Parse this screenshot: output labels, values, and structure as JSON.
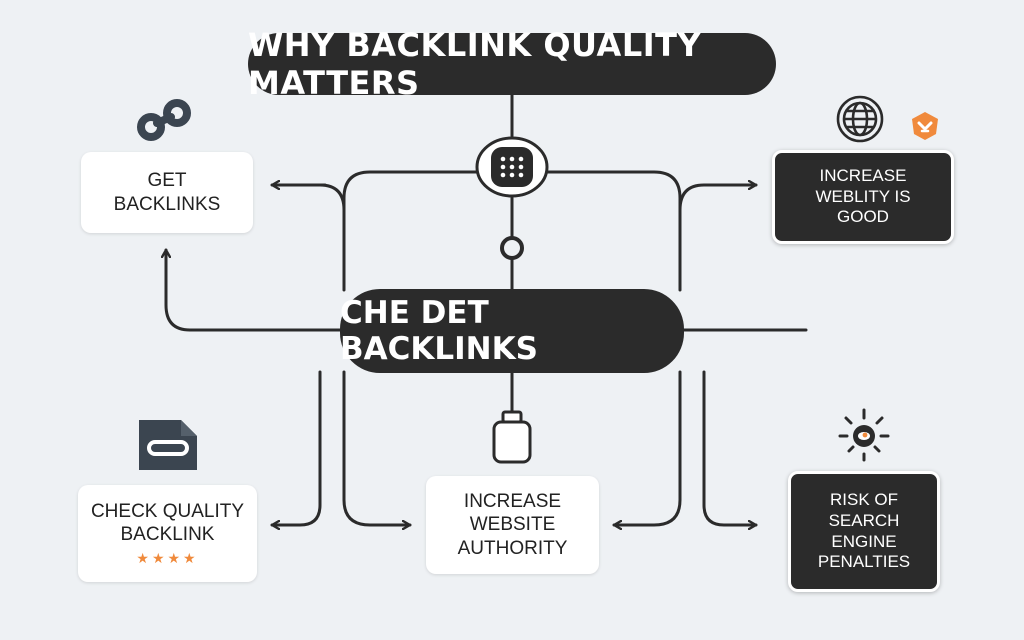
{
  "title": "WHY BACKLINK QUALITY MATTERS",
  "center": "CHE DET BACKLINKS",
  "nodes": {
    "get_backlinks": {
      "line1": "GET",
      "line2": "BACKLINKS"
    },
    "check_quality": {
      "line1": "CHECK QUALITY",
      "line2": "BACKLINK",
      "stars": "★★★★"
    },
    "increase_authority": {
      "line1": "INCREASE",
      "line2": "WEBSITE",
      "line3": "AUTHORITY"
    },
    "increase_weblity": {
      "line1": "INCREASE",
      "line2": "WEBLITY IS",
      "line3": "GOOD"
    },
    "risk_penalties": {
      "line1": "RISK OF",
      "line2": "SEARCH",
      "line3": "ENGINE",
      "line4": "PENALTIES"
    }
  },
  "icons": {
    "top_left": "link-chain-icon",
    "bottom_left": "document-link-icon",
    "top_right": "globe-icon",
    "top_right_badge": "shield-badge-icon",
    "bottom_right": "sun-eye-icon",
    "hub": "grid-dots-icon",
    "hub_small": "ring-icon",
    "bottom_center": "jar-icon"
  },
  "colors": {
    "background": "#eef1f4",
    "dark": "#2b2b2b",
    "accent": "#f08a3c"
  }
}
